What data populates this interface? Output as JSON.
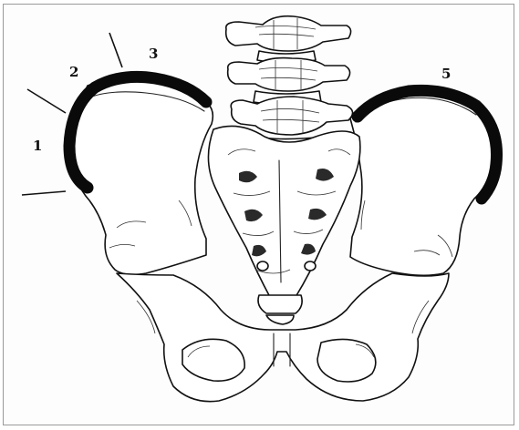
{
  "labels": {
    "one": "1",
    "two": "2",
    "three": "3",
    "five": "5"
  }
}
